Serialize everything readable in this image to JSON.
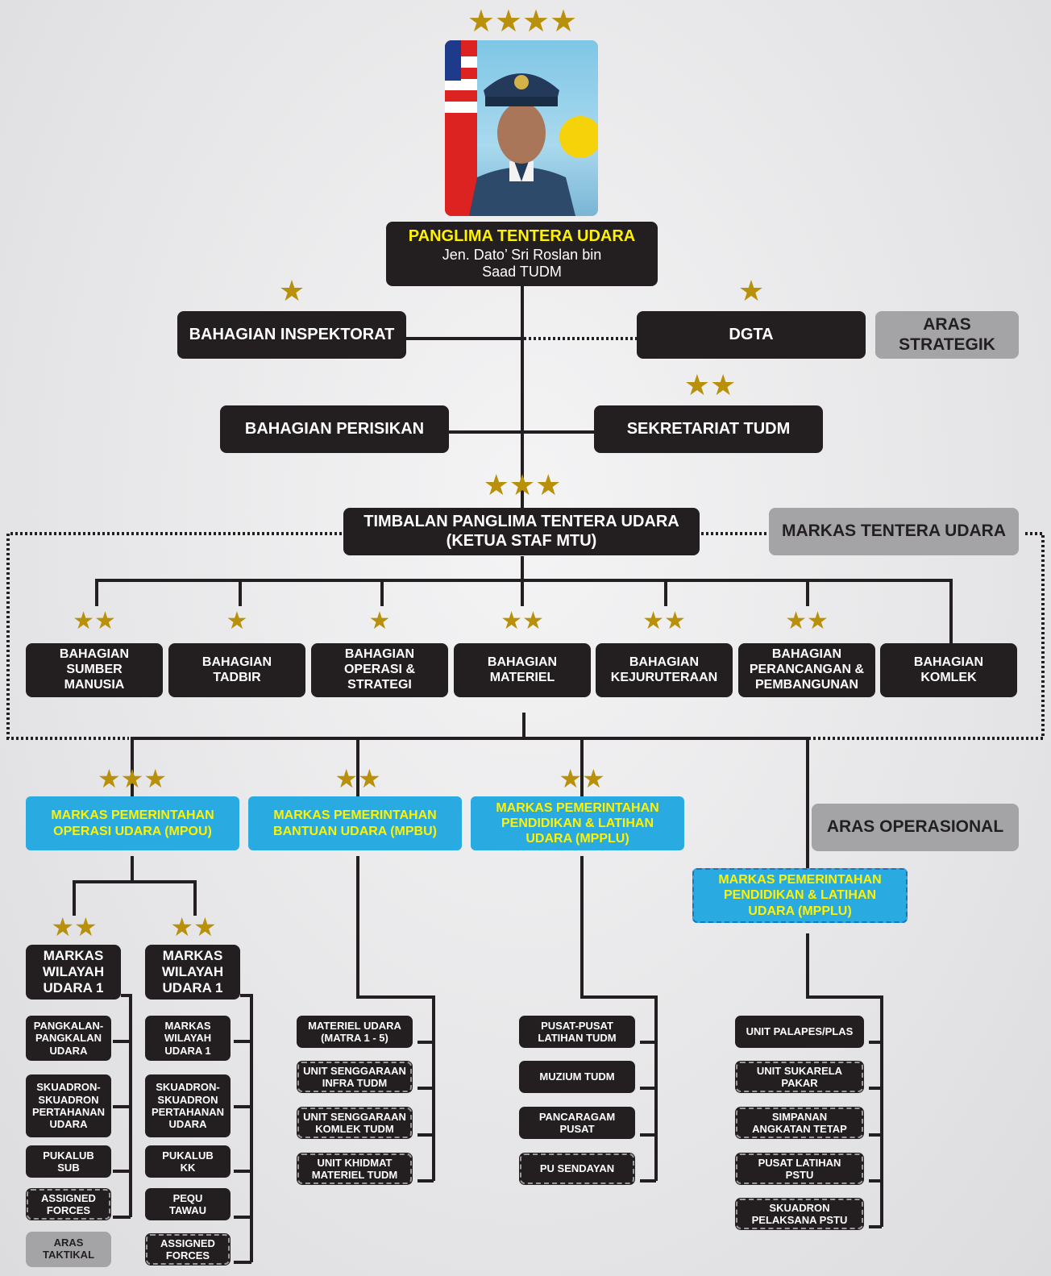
{
  "chief": {
    "title": "PANGLIMA TENTERA UDARA",
    "name_line1": "Jen. Dato’ Sri Roslan bin",
    "name_line2": "Saad TUDM",
    "rank_stars": "★★★★"
  },
  "strategic": {
    "inspektorat": "BAHAGIAN INSPEKTORAT",
    "dgta": "DGTA",
    "perisikan": "BAHAGIAN PERISIKAN",
    "sekretariat": "SEKRETARIAT TUDM",
    "level_label": "ARAS\nSTRATEGIK",
    "inspektorat_stars": "★",
    "dgta_stars": "★",
    "sekretariat_stars": "★★"
  },
  "hq": {
    "deputy": "TIMBALAN PANGLIMA TENTERA UDARA\n(KETUA STAF MTU)",
    "deputy_stars": "★★★",
    "label": "MARKAS TENTERA UDARA",
    "divisions": [
      {
        "name": "BAHAGIAN\nSUMBER\nMANUSIA",
        "stars": "★★"
      },
      {
        "name": "BAHAGIAN\nTADBIR",
        "stars": "★"
      },
      {
        "name": "BAHAGIAN\nOPERASI &\nSTRATEGI",
        "stars": "★"
      },
      {
        "name": "BAHAGIAN\nMATERIEL",
        "stars": "★★"
      },
      {
        "name": "BAHAGIAN\nKEJURUTERAAN",
        "stars": "★★"
      },
      {
        "name": "BAHAGIAN\nPERANCANGAN &\nPEMBANGUNAN",
        "stars": "★★"
      },
      {
        "name": "BAHAGIAN\nKOMLEK",
        "stars": ""
      }
    ]
  },
  "operational": {
    "level_label": "ARAS OPERASIONAL",
    "commands": [
      {
        "name": "MARKAS PEMERINTAHAN\nOPERASI UDARA (MPOU)",
        "stars": "★★★"
      },
      {
        "name": "MARKAS PEMERINTAHAN\nBANTUAN UDARA (MPBU)",
        "stars": "★★"
      },
      {
        "name": "MARKAS PEMERINTAHAN\nPENDIDIKAN & LATIHAN\nUDARA (MPPLU)",
        "stars": "★★"
      },
      {
        "name": "MARKAS PEMERINTAHAN\nPENDIDIKAN & LATIHAN\nUDARA (MPPLU)",
        "stars": ""
      }
    ]
  },
  "tactical": {
    "level_label": "ARAS\nTAKTIKAL",
    "region1": {
      "name": "MARKAS\nWILAYAH\nUDARA 1",
      "stars": "★★",
      "units": [
        "PANGKALAN-\nPANGKALAN\nUDARA",
        "SKUADRON-\nSKUADRON\nPERTAHANAN\nUDARA",
        "PUKALUB\nSUB",
        "ASSIGNED\nFORCES"
      ]
    },
    "region2": {
      "name": "MARKAS\nWILAYAH\nUDARA 1",
      "stars": "★★",
      "units": [
        "MARKAS\nWILAYAH\nUDARA 1",
        "SKUADRON-\nSKUADRON\nPERTAHANAN\nUDARA",
        "PUKALUB\nKK",
        "PEQU\nTAWAU",
        "ASSIGNED\nFORCES"
      ]
    },
    "mpbu_units": [
      "MATERIEL UDARA\n(MATRA 1 - 5)",
      "UNIT SENGGARAAN\nINFRA TUDM",
      "UNIT SENGGARAAN\nKOMLEK TUDM",
      "UNIT KHIDMAT\nMATERIEL TUDM"
    ],
    "mpplu_units": [
      "PUSAT-PUSAT\nLATIHAN TUDM",
      "MUZIUM TUDM",
      "PANCARAGAM\nPUSAT",
      "PU SENDAYAN"
    ],
    "mpplu2_units": [
      "UNIT PALAPES/PLAS",
      "UNIT SUKARELA\nPAKAR",
      "SIMPANAN\nANGKATAN TETAP",
      "PUSAT LATIHAN\nPSTU",
      "SKUADRON\nPELAKSANA PSTU"
    ]
  },
  "colors": {
    "box": "#231f20",
    "gray": "#a4a4a6",
    "blue": "#29abe2",
    "yellow": "#fff200",
    "star": "#b8900a"
  }
}
